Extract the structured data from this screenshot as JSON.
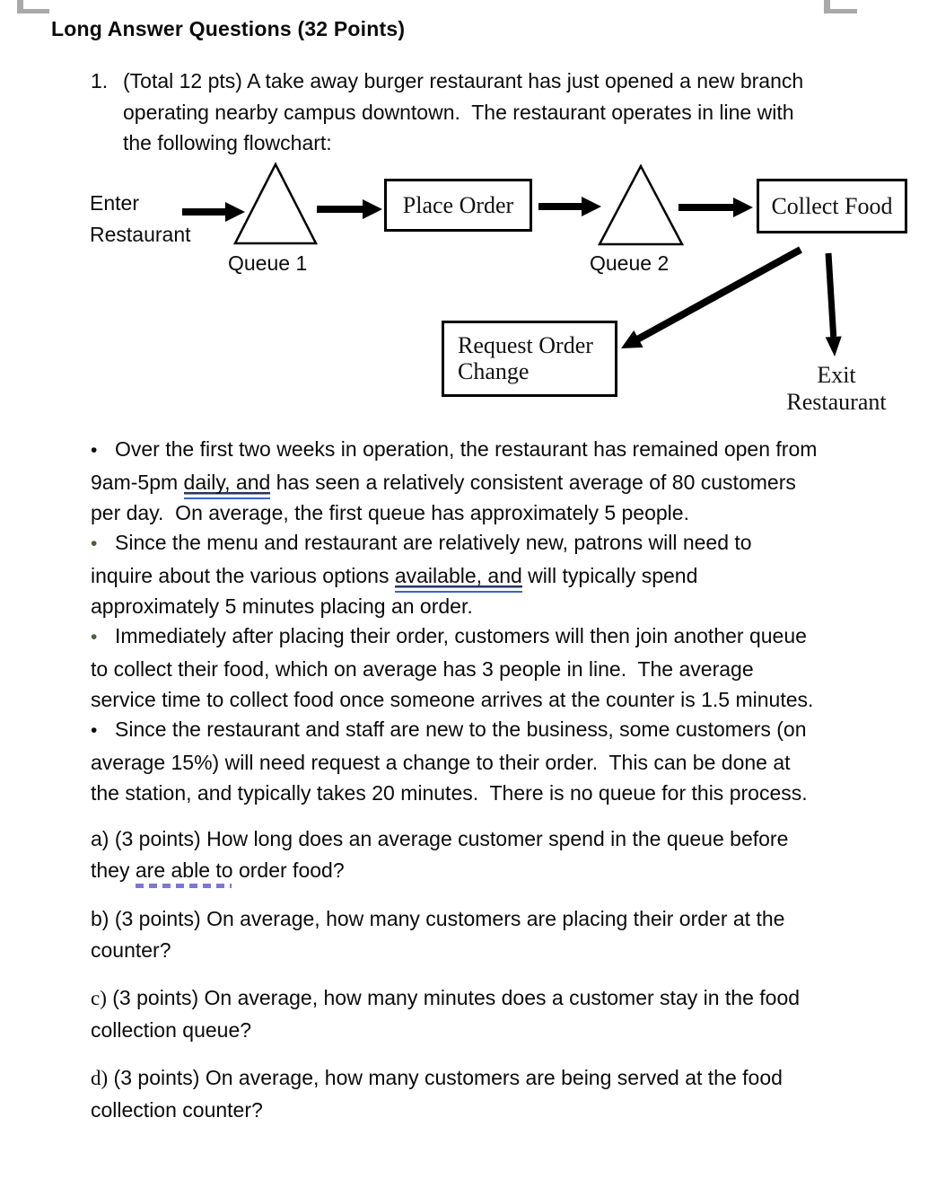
{
  "title": "Long Answer Questions (32 Points)",
  "question1": {
    "number": "1.",
    "text": "(Total 12 pts) A take away burger restaurant has just opened a new branch operating nearby campus downtown.  The restaurant operates in line with the following flowchart:"
  },
  "flowchart": {
    "enter_line1": "Enter",
    "enter_line2": "Restaurant",
    "queue1": "Queue 1",
    "queue2": "Queue 2",
    "place_order": "Place Order",
    "collect_food": "Collect Food",
    "request_line1": "Request Order",
    "request_line2": "Change",
    "exit_line1": "Exit",
    "exit_line2": "Restaurant"
  },
  "bullets": {
    "marker": "•",
    "items": [
      {
        "seg1": "Over the first two weeks in operation, the restaurant has remained open from 9am-5pm ",
        "seg2": "daily, and",
        "seg3": " has seen a relatively consistent average of 80 customers per day.  On average, the first queue has approximately 5 people."
      },
      {
        "seg1": "Since the menu and restaurant are relatively new, patrons will need to inquire about the various options ",
        "seg2": "available, and",
        "seg3": " will typically spend approximately 5 minutes placing an order."
      },
      {
        "seg1": "Immediately after placing their order, customers will then join another queue to collect their food, which on average has 3 people in line.  The average service time to collect food once someone arrives at the counter is 1.5 minutes."
      },
      {
        "seg1": "Since the restaurant and staff are new to the business, some customers (on average 15%) will need request a change to their order.  This can be done at the station, and typically takes 20 minutes.  There is no queue for this process."
      }
    ]
  },
  "questions": [
    {
      "prefix": "a)",
      "seg1": " (3 points) How long does an average customer spend in the queue before they ",
      "seg2": "are able to",
      "seg3": " order food?"
    },
    {
      "prefix": "b)",
      "seg1": " (3 points) On average, how many customers are placing their order at the counter?"
    },
    {
      "prefix": "c)",
      "seg1": " (3 points) On average, how many minutes does a customer stay in the food collection queue?"
    },
    {
      "prefix": "d)",
      "seg1": " (3 points) On average, how many customers are being served at the food collection counter?"
    }
  ],
  "colors": {
    "grammar_underline_blue": "#3565c9",
    "grammar_underline_dark": "#25355e",
    "style_underline_purple": "#7d76d9",
    "crop_mark_gray": "#a9a9a9",
    "green_bullet": "#47603c"
  }
}
